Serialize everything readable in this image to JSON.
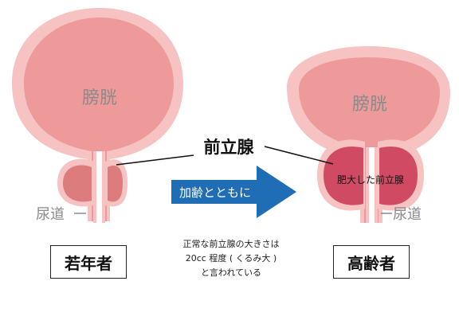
{
  "labels": {
    "bladder_left": "膀胱",
    "bladder_right": "膀胱",
    "prostate": "前立腺",
    "enlarged": "肥大した前立腺",
    "urethra_left": "尿道",
    "urethra_right": "尿道",
    "arrow": "加齢とともに",
    "young": "若年者",
    "elderly": "高齢者",
    "note_line1": "正常な前立腺の大きさは",
    "note_line2": "20cc 程度 ( くるみ大 )",
    "note_line3": "と言われている"
  },
  "colors": {
    "bladder_outer": "#f6c2c2",
    "bladder_inner": "#ee9a9a",
    "prostate_normal": "#dc7c7c",
    "prostate_enlarged": "#cf4a62",
    "arrow": "#1f6db5",
    "text_gray": "#8a8a8a"
  }
}
